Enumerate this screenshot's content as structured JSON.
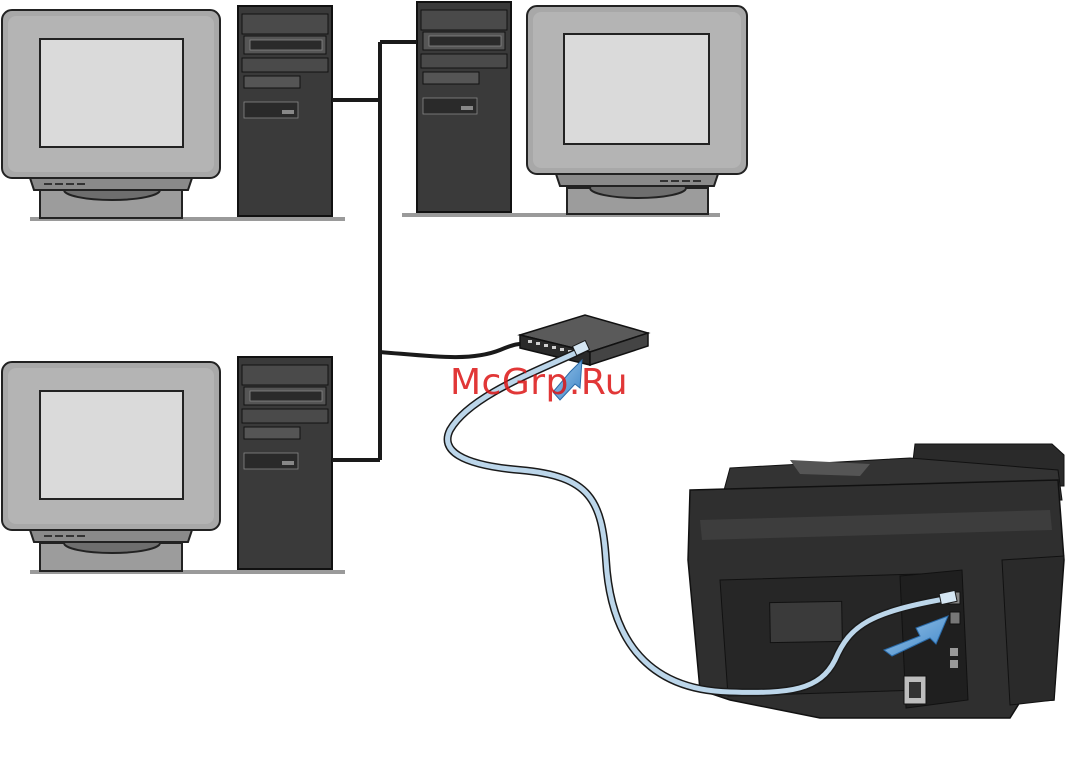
{
  "diagram": {
    "watermark_text": "McGrp.Ru",
    "nodes": [
      {
        "id": "pc-top-left",
        "kind": "computer"
      },
      {
        "id": "pc-top-right",
        "kind": "computer"
      },
      {
        "id": "pc-bottom-left",
        "kind": "computer"
      },
      {
        "id": "network-switch",
        "kind": "switch"
      },
      {
        "id": "printer",
        "kind": "multifunction-printer"
      }
    ],
    "connections": [
      {
        "from": "pc-top-left",
        "to": "network-switch",
        "cable": "black"
      },
      {
        "from": "pc-top-right",
        "to": "network-switch",
        "cable": "black"
      },
      {
        "from": "pc-bottom-left",
        "to": "network-switch",
        "cable": "black"
      },
      {
        "from": "network-switch",
        "to": "printer",
        "cable": "light-blue"
      }
    ],
    "arrows": [
      "arrow-into-switch-port",
      "arrow-into-printer-port"
    ],
    "colors": {
      "monitor_bezel": "#a8a8a8",
      "monitor_screen": "#dadada",
      "tower": "#3a3a3a",
      "printer_body": "#2f2f2f",
      "network_cable": "#1a1a1a",
      "printer_cable": "#bcd6ea",
      "arrow": "#5b9bd5",
      "watermark": "#dc1414"
    }
  }
}
